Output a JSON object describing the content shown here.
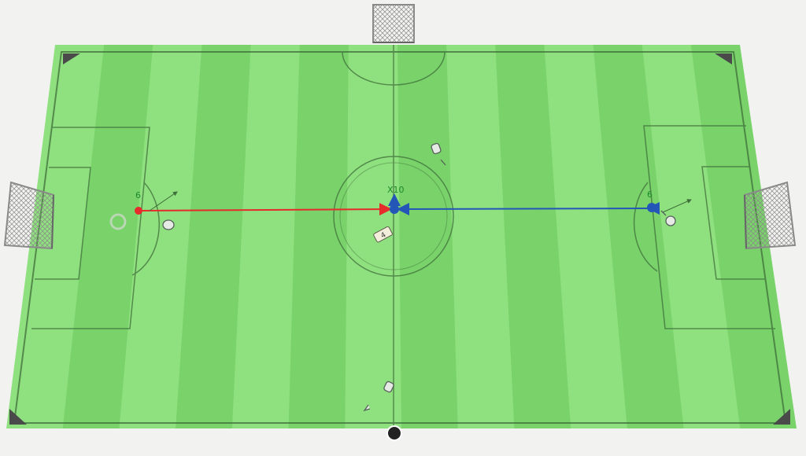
{
  "colors": {
    "background": "#f2f3f1",
    "pitch_light": "#8fe07f",
    "pitch_dark": "#79d26a",
    "line": "#3f6e3a",
    "red_team": "#e52b2b",
    "blue_team": "#2456b8",
    "label_green": "#1d8a2c"
  },
  "players": {
    "left_label": "6",
    "center_label": "X10",
    "right_label": "6"
  },
  "markers": {
    "center_tag": "4"
  },
  "icons": {
    "goal_top": "goal-net-icon",
    "goal_left": "goal-net-icon",
    "goal_right": "goal-net-icon",
    "figures": "player-figure-icon",
    "ball": "ball-icon"
  }
}
